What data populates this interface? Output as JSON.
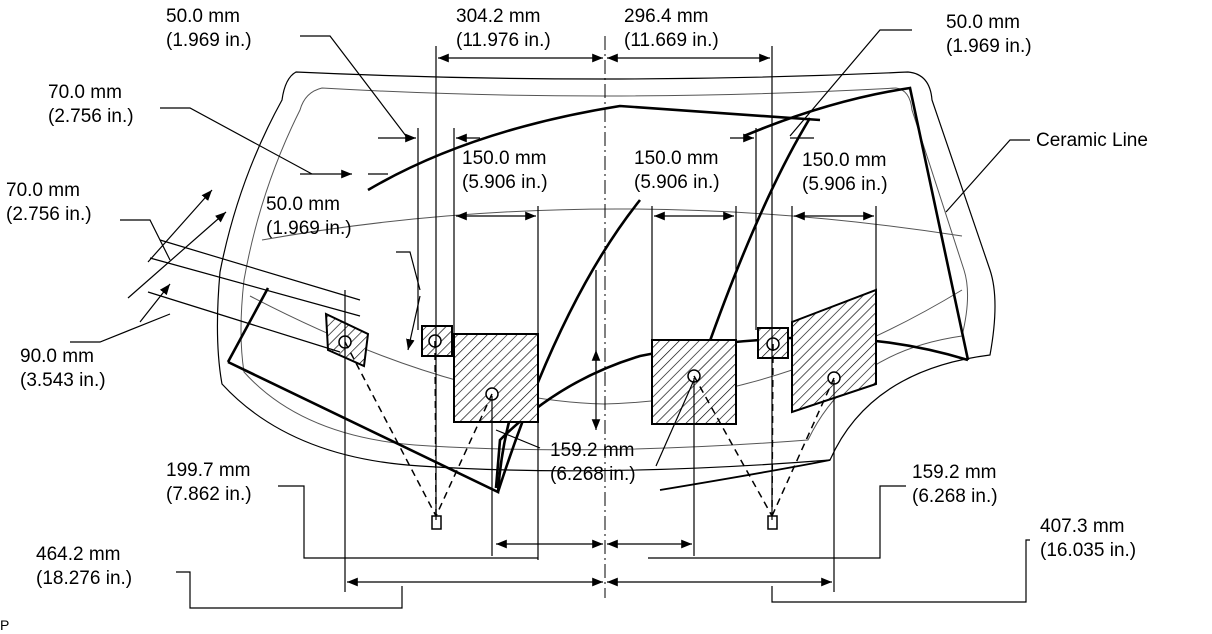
{
  "labels": {
    "top_left_50": [
      "50.0 mm",
      "(1.969 in.)"
    ],
    "top_304": [
      "304.2 mm",
      "(11.976 in.)"
    ],
    "top_296": [
      "296.4 mm",
      "(11.669 in.)"
    ],
    "top_right_50": [
      "50.0 mm",
      "(1.969 in.)"
    ],
    "left_70_a": [
      "70.0 mm",
      "(2.756 in.)"
    ],
    "left_70_b": [
      "70.0 mm",
      "(2.756 in.)"
    ],
    "ceramic_line": "Ceramic Line",
    "mid_150_left": [
      "150.0 mm",
      "(5.906 in.)"
    ],
    "mid_150_center": [
      "150.0 mm",
      "(5.906 in.)"
    ],
    "mid_150_right": [
      "150.0 mm",
      "(5.906 in.)"
    ],
    "mid_left_50": [
      "50.0 mm",
      "(1.969 in.)"
    ],
    "left_90": [
      "90.0 mm",
      "(3.543 in.)"
    ],
    "center_159": [
      "159.2 mm",
      "(6.268 in.)"
    ],
    "bottom_199": [
      "199.7 mm",
      "(7.862 in.)"
    ],
    "bottom_159_right": [
      "159.2 mm",
      "(6.268 in.)"
    ],
    "bottom_464": [
      "464.2 mm",
      "(18.276 in.)"
    ],
    "bottom_407": [
      "407.3 mm",
      "(16.035 in.)"
    ],
    "corner_mark": "P"
  }
}
